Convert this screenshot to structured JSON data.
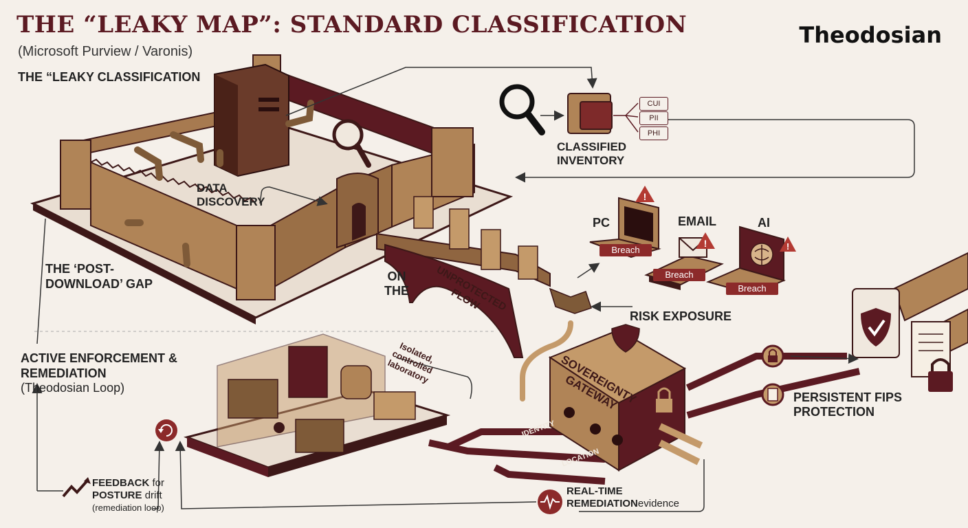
{
  "header": {
    "title": "THE “LEAKY MAP”: STANDARD CLASSIFICATION",
    "subtitle": "(Microsoft Purview / Varonis)",
    "brand": "Theodosian"
  },
  "castle": {
    "section_label": "THE “LEAKY CLASSIFICATION",
    "discovery_label": "DATA DISCOVERY",
    "gap_label": "THE ‘POST-DOWNLOAD’ GAP"
  },
  "inventory": {
    "label": "CLASSIFIED INVENTORY",
    "tags": [
      "CUI",
      "PII",
      "PHI"
    ]
  },
  "bridge": {
    "left_label": "ON THE",
    "right_label": "UNPROTECTED FLOW"
  },
  "endpoints": [
    {
      "name": "PC",
      "status": "Breach"
    },
    {
      "name": "EMAIL",
      "status": "Breach"
    },
    {
      "name": "AI",
      "status": "Breach"
    }
  ],
  "risk_label": "RISK EXPOSURE",
  "enforcement": {
    "title": "ACTIVE ENFORCEMENT & REMEDIATION",
    "subtitle": "(Theodosian Loop)"
  },
  "lab_label": "Isolated, controlled laboratory",
  "gateway": {
    "label": "SOVEREIGNTY GATEWAY",
    "identity_label": "IDENTITY",
    "location_label": "LOCATION"
  },
  "protection_label": "PERSISTENT FIPS PROTECTION",
  "feedback": {
    "bold1": "FEEDBACK",
    "rest1": "for",
    "bold2": "POSTURE",
    "rest2": "drift",
    "note": "(remediation loop)"
  },
  "realtime": {
    "line1": "REAL-TIME",
    "bold2": "REMEDIATION",
    "rest2": "evidence"
  },
  "colors": {
    "maroon": "#5b1a22",
    "tan": "#b08457",
    "tan_dark": "#7e5a38",
    "breach": "#8c2a2a",
    "alert": "#b33a33",
    "background": "#f5f0ea"
  },
  "icons": [
    "magnifier-icon",
    "folder-icon",
    "alert-icon",
    "laptop-icon",
    "envelope-icon",
    "brain-icon",
    "shield-check-icon",
    "lock-icon",
    "document-icon",
    "padlock-icon",
    "refresh-icon",
    "trend-arrow-icon",
    "pulse-icon"
  ]
}
